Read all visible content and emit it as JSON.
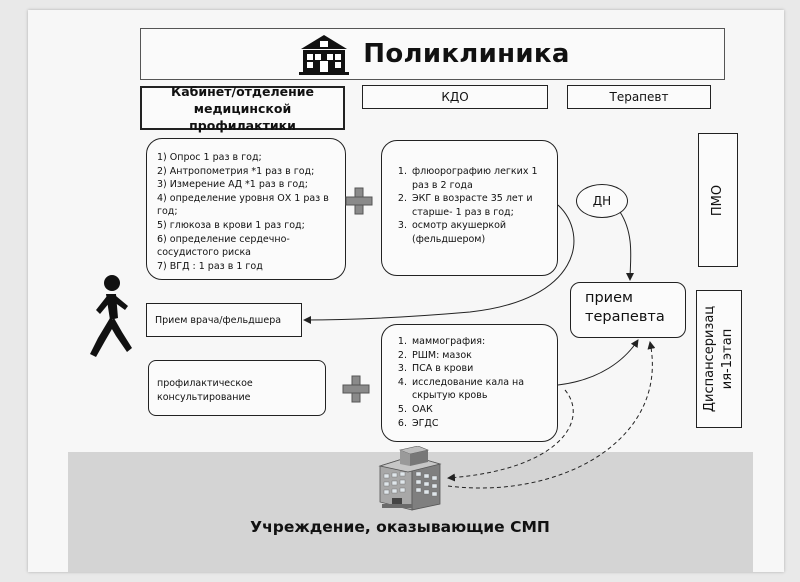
{
  "header": {
    "title": "Поликлиника",
    "icon": "building-icon"
  },
  "top_labels": {
    "cabinet": "Кабинет/отделение медицинской профилактики",
    "kdo": "КДО",
    "therapist": "Терапевт"
  },
  "survey_box": {
    "lines": [
      "1) Опрос 1 раз в год;",
      "2) Антропометрия *1 раз в год;",
      "3) Измерение АД *1 раз в год;",
      "4) определение уровня ОХ 1 раз в год;",
      "5) глюкоза в крови 1 раз  год;",
      "6) определение сердечно-сосудистого риска",
      "7) ВГД : 1 раз в 1 год"
    ]
  },
  "kdo_box": {
    "items": [
      "флюорографию легких 1 раз в 2 года",
      "ЭКГ в возрасте 35 лет и старше- 1 раз в год;",
      "осмотр акушеркой (фельдшером)"
    ]
  },
  "dn_label": "ДН",
  "pmo_label": "ПМО",
  "doctor_visit": "Прием врача/фельдшера",
  "therapist_visit": "прием терапевта",
  "dispensary_label_1": "Диспансеризац",
  "dispensary_label_2": "ия-1этап",
  "counseling": "профилактическое консультирование",
  "screening_box": {
    "items": [
      "маммография:",
      "РШМ: мазок",
      "ПСА в крови",
      "исследование кала на скрытую кровь",
      "ОАК",
      "ЭГДС"
    ]
  },
  "institution_label": "Учреждение, оказывающие СМП",
  "icons": [
    "building-icon",
    "plus-icon",
    "walking-person-icon",
    "hospital-building-icon"
  ],
  "colors": {
    "plus": "#8a8a8a",
    "band": "#d4d4d4",
    "person": "#111111"
  }
}
